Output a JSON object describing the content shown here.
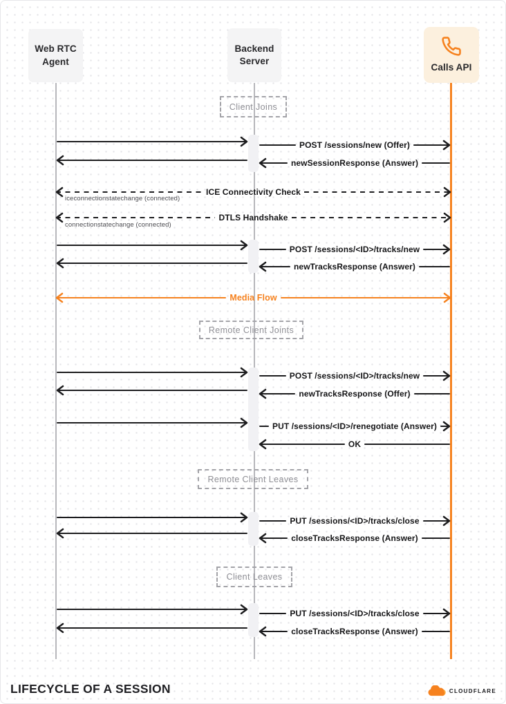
{
  "diagram": {
    "title": "LIFECYCLE OF A SESSION",
    "brand": "CLOUDFLARE",
    "accent_color": "#F6821F",
    "arrow_color": "#1C1C1E"
  },
  "actors": [
    {
      "id": "webrtc",
      "label": "Web RTC\nAgent"
    },
    {
      "id": "backend",
      "label": "Backend\nServer"
    },
    {
      "id": "calls",
      "label": "Calls API",
      "icon": "phone-icon"
    }
  ],
  "phases": [
    {
      "label": "Client Joins"
    },
    {
      "label": "Remote Client Joints"
    },
    {
      "label": "Remote Client Leaves"
    },
    {
      "label": "Client Leaves"
    }
  ],
  "messages": [
    {
      "from": "webrtc",
      "to": "backend",
      "style": "solid",
      "label": ""
    },
    {
      "from": "backend",
      "to": "calls",
      "style": "solid",
      "label": "POST /sessions/new (Offer)"
    },
    {
      "from": "calls",
      "to": "backend",
      "style": "solid",
      "label": "newSessionResponse (Answer)"
    },
    {
      "from": "backend",
      "to": "webrtc",
      "style": "solid",
      "label": ""
    },
    {
      "from": "webrtc",
      "to": "calls",
      "style": "dashed-bidirectional",
      "label": "ICE Connectivity Check",
      "note": "iceconnectionstatechange (connected)"
    },
    {
      "from": "webrtc",
      "to": "calls",
      "style": "dashed-bidirectional",
      "label": "DTLS Handshake",
      "note": "connectionstatechange (connected)"
    },
    {
      "from": "webrtc",
      "to": "backend",
      "style": "solid",
      "label": ""
    },
    {
      "from": "backend",
      "to": "calls",
      "style": "solid",
      "label": "POST /sessions/<ID>/tracks/new"
    },
    {
      "from": "backend",
      "to": "webrtc",
      "style": "solid",
      "label": ""
    },
    {
      "from": "calls",
      "to": "backend",
      "style": "solid",
      "label": "newTracksResponse (Answer)"
    },
    {
      "from": "webrtc",
      "to": "calls",
      "style": "solid-bidirectional-accent",
      "label": "Media Flow"
    },
    {
      "from": "webrtc",
      "to": "backend",
      "style": "solid",
      "label": ""
    },
    {
      "from": "backend",
      "to": "calls",
      "style": "solid",
      "label": "POST /sessions/<ID>/tracks/new"
    },
    {
      "from": "backend",
      "to": "webrtc",
      "style": "solid",
      "label": ""
    },
    {
      "from": "calls",
      "to": "backend",
      "style": "solid",
      "label": "newTracksResponse (Offer)"
    },
    {
      "from": "webrtc",
      "to": "backend",
      "style": "solid",
      "label": ""
    },
    {
      "from": "backend",
      "to": "calls",
      "style": "solid",
      "label": "PUT /sessions/<ID>/renegotiate (Answer)"
    },
    {
      "from": "calls",
      "to": "backend",
      "style": "solid",
      "label": "OK"
    },
    {
      "from": "webrtc",
      "to": "backend",
      "style": "solid",
      "label": ""
    },
    {
      "from": "backend",
      "to": "calls",
      "style": "solid",
      "label": "PUT /sessions/<ID>/tracks/close"
    },
    {
      "from": "backend",
      "to": "webrtc",
      "style": "solid",
      "label": ""
    },
    {
      "from": "calls",
      "to": "backend",
      "style": "solid",
      "label": "closeTracksResponse (Answer)"
    },
    {
      "from": "webrtc",
      "to": "backend",
      "style": "solid",
      "label": ""
    },
    {
      "from": "backend",
      "to": "calls",
      "style": "solid",
      "label": "PUT /sessions/<ID>/tracks/close"
    },
    {
      "from": "backend",
      "to": "webrtc",
      "style": "solid",
      "label": ""
    },
    {
      "from": "calls",
      "to": "backend",
      "style": "solid",
      "label": "closeTracksResponse (Answer)"
    }
  ]
}
